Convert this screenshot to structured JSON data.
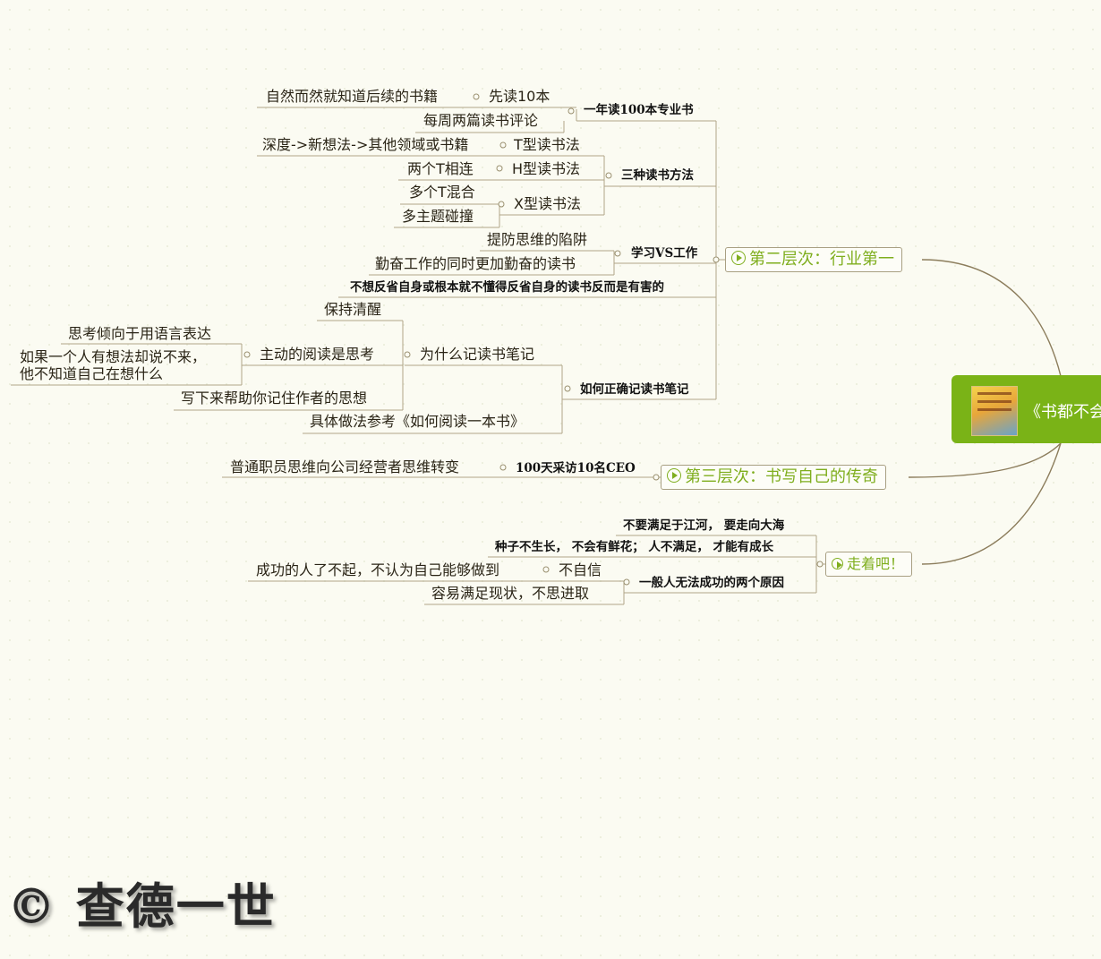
{
  "root": {
    "label": "《书都不会"
  },
  "branches": {
    "level2": "第二层次：行业第一",
    "level3": "第三层次：书写自己的传奇",
    "go": "走着吧！"
  },
  "level2": {
    "read100": {
      "label": "一年读100本专业书",
      "first10": "先读10本",
      "first10_child": "自然而然就知道后续的书籍",
      "reviews": "每周两篇读书评论"
    },
    "methods": {
      "label": "三种读书方法",
      "t": "T型读书法",
      "t_child": "深度->新想法->其他领域或书籍",
      "h": "H型读书法",
      "h_child": "两个T相连",
      "x": "X型读书法",
      "x_child1": "多个T混合",
      "x_child2": "多主题碰撞"
    },
    "study_work": {
      "label": "学习VS工作",
      "child1": "提防思维的陷阱",
      "child2": "勤奋工作的同时更加勤奋的读书"
    },
    "reflect": "不想反省自身或根本就不懂得反省自身的读书反而是有害的",
    "notes": {
      "label": "如何正确记读书笔记",
      "why": "为什么记读书笔记",
      "clear": "保持清醒",
      "active": "主动的阅读是思考",
      "lang": "思考倾向于用语言表达",
      "cant": "如果一个人有想法却说不来，",
      "cant2": "他不知道自己在想什么",
      "write": "写下来帮助你记住作者的思想",
      "method": "具体做法参考《如何阅读一本书》"
    }
  },
  "level3": {
    "ceo": "100天采访10名CEO",
    "ceo_child": "普通职员思维向公司经营者思维转变"
  },
  "go": {
    "sea": "不要满足于江河，  要走向大海",
    "seed": "种子不生长，  不会有鲜花；  人不满足，  才能有成长",
    "reasons": "一般人无法成功的两个原因",
    "noconf": "不自信",
    "noconf_child": "成功的人了不起，不认为自己能够做到",
    "content": "容易满足现状，不思进取"
  },
  "watermark": "© 查德一世"
}
